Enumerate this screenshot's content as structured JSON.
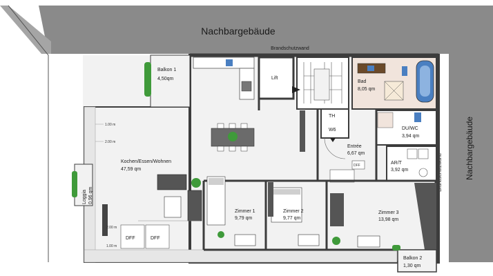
{
  "neighbors": {
    "top": "Nachbargebäude",
    "right": "Nachbargebäude"
  },
  "walls": {
    "top": "Brandschutzwand",
    "right": "Brandschutzwand"
  },
  "rooms": {
    "balkon1": {
      "name": "Balkon 1",
      "area": "4,50qm"
    },
    "lift": {
      "name": "Lift"
    },
    "th": {
      "name": "TH"
    },
    "w6": {
      "name": "W6"
    },
    "bad": {
      "name": "Bad",
      "area": "8,05 qm"
    },
    "duwc": {
      "name": "DU/WC",
      "area": "3,94 qm"
    },
    "entree": {
      "name": "Entrée",
      "area": "6,67 qm"
    },
    "art": {
      "name": "AR/T",
      "area": "3,92 qm"
    },
    "kochen": {
      "name": "Kochen/Essen/Wohnen",
      "area": "47,59 qm"
    },
    "loggia": {
      "name": "Loggia",
      "area": "0,96 qm"
    },
    "zimmer1": {
      "name": "Zimmer 1",
      "area": "9,79 qm"
    },
    "zimmer2": {
      "name": "Zimmer 2",
      "area": "9,77 qm"
    },
    "zimmer3": {
      "name": "Zimmer 3",
      "area": "13,98 qm"
    },
    "balkon2": {
      "name": "Balkon 2",
      "area": "1,30 qm"
    }
  },
  "dff": [
    "DFF",
    "DFF",
    "DFF"
  ],
  "dimensions": [
    "1.00 m",
    "2.00 m",
    "2.00 m",
    "1.00 m"
  ],
  "colors": {
    "neighbor": "#8a8a8a",
    "wall": "#3c3c3c",
    "floor": "#f2f2f2",
    "bathroom": "#f1e4dc",
    "plant": "#3f9a3a"
  }
}
